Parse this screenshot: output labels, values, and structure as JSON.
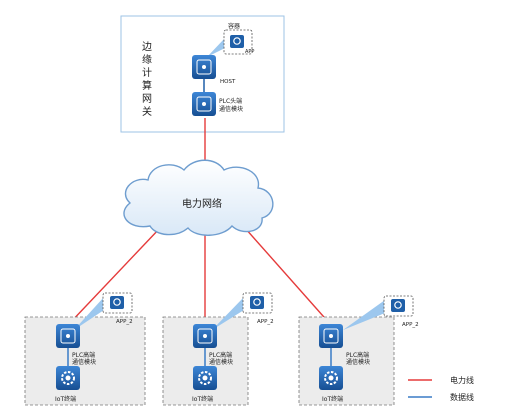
{
  "gateway": {
    "title_chars": [
      "边",
      "缘",
      "计",
      "算",
      "网",
      "关"
    ],
    "container_label": "容器",
    "app_label": "APP",
    "host_label": "HOST",
    "plc_label_line1": "PLC头端",
    "plc_label_line2": "通信模块"
  },
  "cloud": {
    "label": "电力网络"
  },
  "terminals": [
    {
      "app_label": "APP_2",
      "plc_line1": "PLC高端",
      "plc_line2": "通信模块",
      "iot_label": "IoT终端"
    },
    {
      "app_label": "APP_2",
      "plc_line1": "PLC高端",
      "plc_line2": "通信模块",
      "iot_label": "IoT终端"
    },
    {
      "app_label": "APP_2",
      "plc_line1": "PLC高端",
      "plc_line2": "通信模块",
      "iot_label": "IoT终端"
    }
  ],
  "legend": [
    {
      "label": "电力线",
      "color": "#e53b3b"
    },
    {
      "label": "数据线",
      "color": "#3a7cc6"
    }
  ],
  "colors": {
    "power": "#e53b3b",
    "data": "#3a7cc6",
    "device": "#1f5fa8",
    "callout": "#7fb4e6"
  }
}
